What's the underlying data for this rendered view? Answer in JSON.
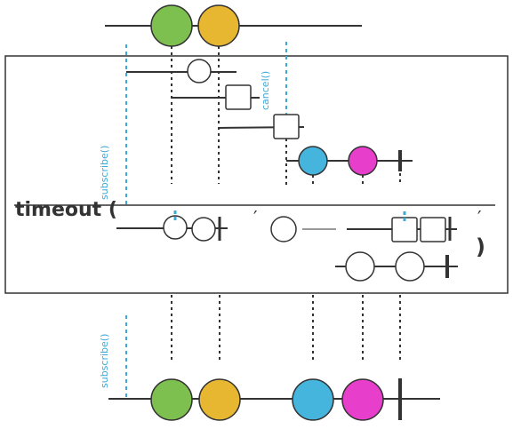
{
  "operator": {
    "name": "timeout (",
    "argument_separator_1": "′",
    "argument_separator_2": "′",
    "closing_paren": ")"
  },
  "labels": {
    "subscribe_upper": "subscribe()",
    "subscribe_lower": "subscribe()",
    "cancel": "cancel()"
  },
  "colors": {
    "green": "#7ec04f",
    "yellow": "#e8b731",
    "blue": "#45b5dd",
    "magenta": "#e83ecc",
    "line": "#333333",
    "dashed_blue": "#3fa9d6",
    "faded_line": "#999999"
  },
  "source_sequence": [
    "green",
    "yellow"
  ],
  "output_sequence": [
    "green",
    "yellow",
    "blue",
    "magenta",
    "complete"
  ],
  "fallback_sequence": [
    "blue",
    "magenta",
    "complete"
  ]
}
